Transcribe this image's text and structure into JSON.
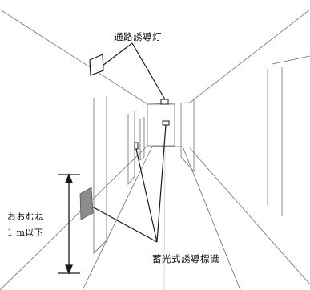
{
  "labels": {
    "aisle_guide_light": "通路誘導灯",
    "phosphorescent_sign": "蓄光式誘導標識",
    "height_line1": "おおむね",
    "height_line2": "1 m以下"
  },
  "colors": {
    "line": "#1a1a1a",
    "thin_line": "#555555",
    "sign_fill": "#8c8c8c",
    "background": "#ffffff"
  }
}
